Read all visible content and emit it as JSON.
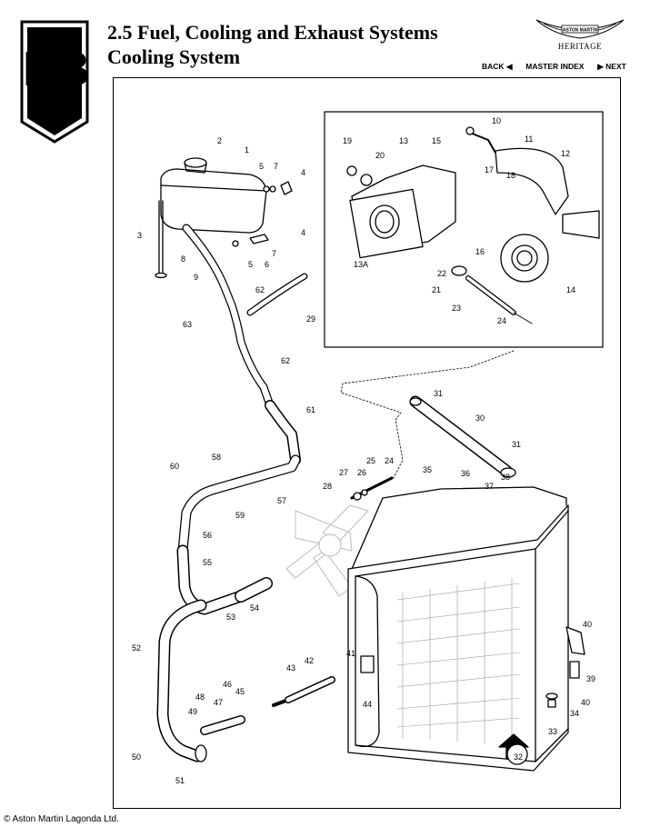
{
  "header": {
    "title_line1": "2.5 Fuel, Cooling and Exhaust Systems",
    "title_line2": "Cooling System",
    "brand_text": "ASTON MARTIN",
    "brand_sub": "HERITAGE"
  },
  "nav": {
    "back": "BACK",
    "master_index": "MASTER INDEX",
    "next": "NEXT"
  },
  "logo": {
    "top": "DB",
    "bottom": "6"
  },
  "diagram": {
    "callouts": [
      "1",
      "2",
      "3",
      "4",
      "4",
      "5",
      "5",
      "6",
      "7",
      "7",
      "8",
      "9",
      "10",
      "11",
      "12",
      "13",
      "13A",
      "14",
      "15",
      "16",
      "17",
      "18",
      "19",
      "20",
      "21",
      "22",
      "23",
      "24",
      "24",
      "25",
      "26",
      "27",
      "28",
      "29",
      "30",
      "31",
      "31",
      "32",
      "33",
      "34",
      "35",
      "36",
      "37",
      "38",
      "39",
      "40",
      "40",
      "41",
      "42",
      "43",
      "44",
      "45",
      "46",
      "47",
      "48",
      "49",
      "50",
      "51",
      "52",
      "53",
      "54",
      "55",
      "56",
      "57",
      "58",
      "59",
      "60",
      "61",
      "62",
      "62",
      "63"
    ]
  },
  "footer": {
    "copyright": "© Aston Martin Lagonda Ltd."
  }
}
